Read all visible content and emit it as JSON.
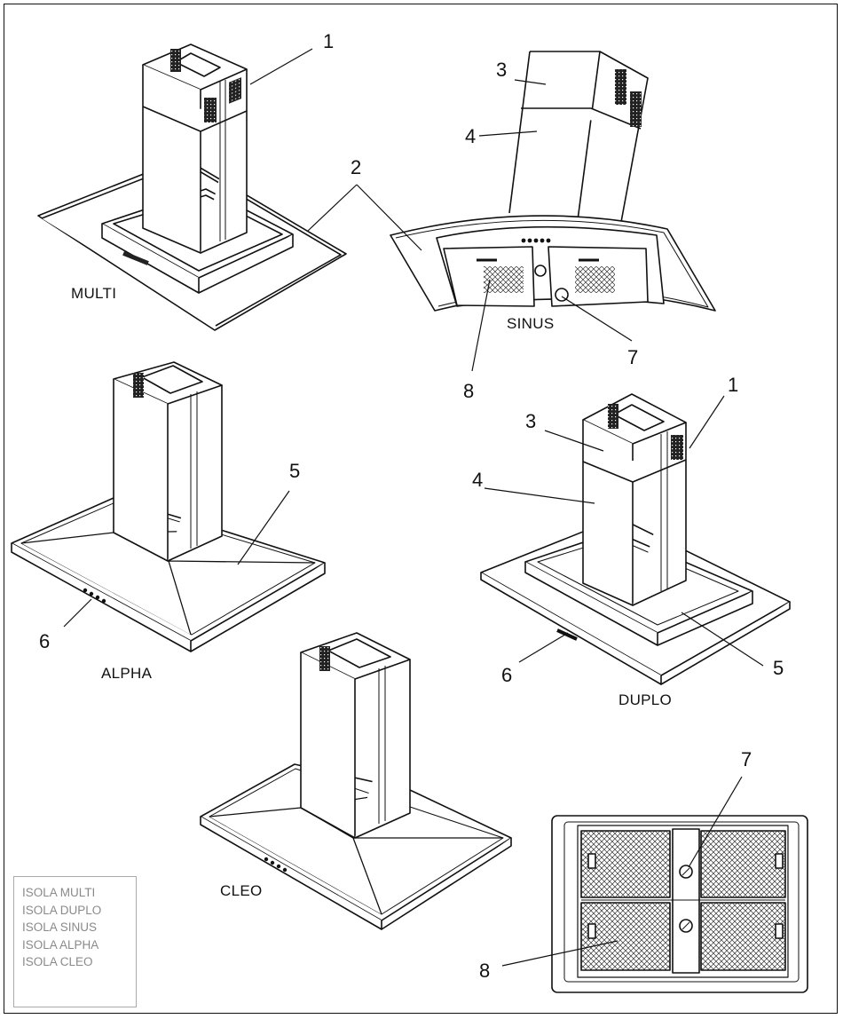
{
  "models": {
    "multi": "MULTI",
    "sinus": "SINUS",
    "alpha": "ALPHA",
    "duplo": "DUPLO",
    "cleo": "CLEO"
  },
  "callouts": {
    "multi_1": "1",
    "multi_2": "2",
    "sinus_2": "2",
    "sinus_3": "3",
    "sinus_4": "4",
    "sinus_7": "7",
    "sinus_8": "8",
    "alpha_5": "5",
    "alpha_6": "6",
    "duplo_1": "1",
    "duplo_3": "3",
    "duplo_4": "4",
    "duplo_5": "5",
    "duplo_6": "6",
    "filter_7": "7",
    "filter_8": "8"
  },
  "legend": [
    "ISOLA MULTI",
    "ISOLA DUPLO",
    "ISOLA SINUS",
    "ISOLA ALPHA",
    "ISOLA CLEO"
  ],
  "colors": {
    "ink": "#111111",
    "legend_text": "#8a8a8a",
    "legend_border": "#aaaaaa"
  }
}
